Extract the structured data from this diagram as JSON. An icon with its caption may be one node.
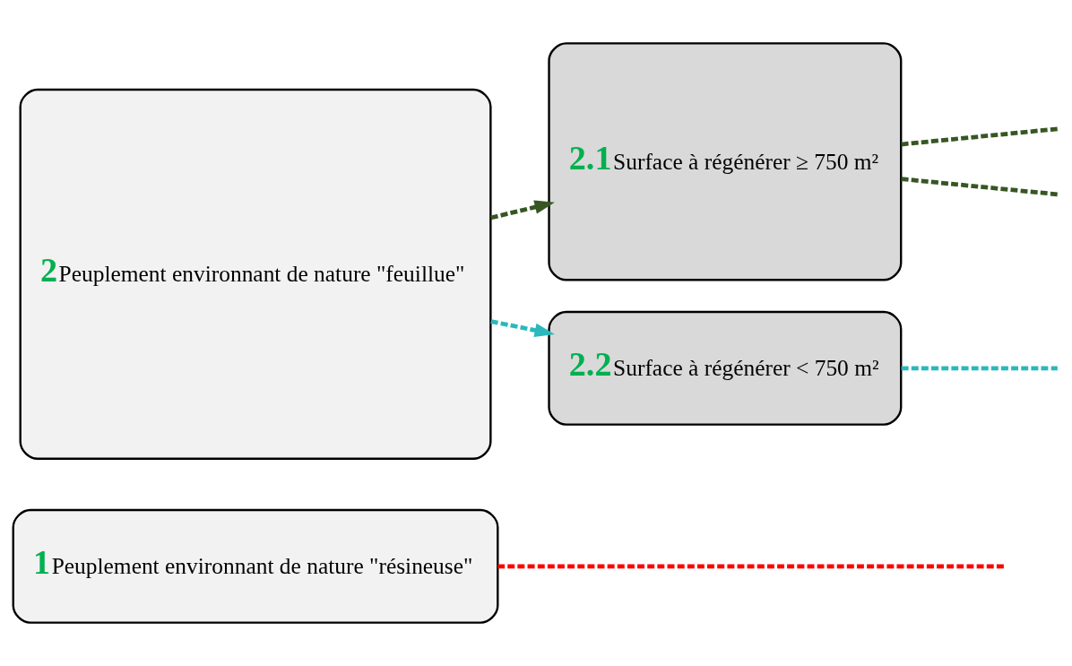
{
  "diagram": {
    "nodes": [
      {
        "text": [
          "1",
          "Peuplement environnant de nature \"résineuse\""
        ]
      },
      {
        "text": [
          "2",
          "Peuplement environnant de nature \"feuillue\""
        ]
      },
      {
        "text": [
          "2.1",
          "Surface à régénérer ≥ 750 m²"
        ]
      },
      {
        "text": [
          "2.2",
          "Surface à régénérer < 750 m²"
        ]
      }
    ],
    "edges": [
      {
        "from": 0,
        "to": null,
        "arrow": "none",
        "style": "dashed",
        "color": "#ff0000"
      },
      {
        "from": 1,
        "to": 2,
        "arrow": "to",
        "style": "dashed",
        "color": "#375623"
      },
      {
        "from": 1,
        "to": 3,
        "arrow": "to",
        "style": "dashed",
        "color": "#2ab8bc"
      },
      {
        "from": 2,
        "to": null,
        "arrow": "none",
        "style": "dashed",
        "color": "#375623"
      },
      {
        "from": 2,
        "to": null,
        "arrow": "none",
        "style": "dashed",
        "color": "#375623"
      },
      {
        "from": 3,
        "to": null,
        "arrow": "none",
        "style": "dashed",
        "color": "#2ab8bc"
      }
    ]
  }
}
